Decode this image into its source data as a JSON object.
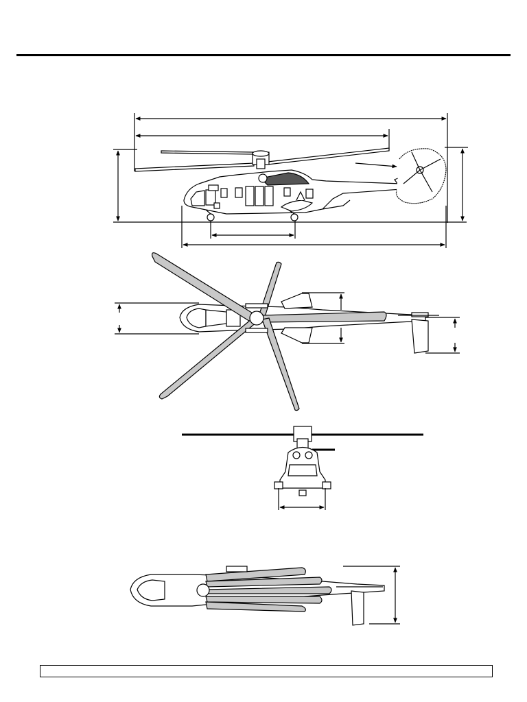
{
  "document": {
    "footer_text": "",
    "views": [
      "side-view",
      "top-view",
      "front-view",
      "folded-top-view"
    ],
    "colors": {
      "line": "#000000",
      "blade_fill": "#c8c8c8",
      "dark_panel": "#555555",
      "paper": "#ffffff"
    }
  }
}
